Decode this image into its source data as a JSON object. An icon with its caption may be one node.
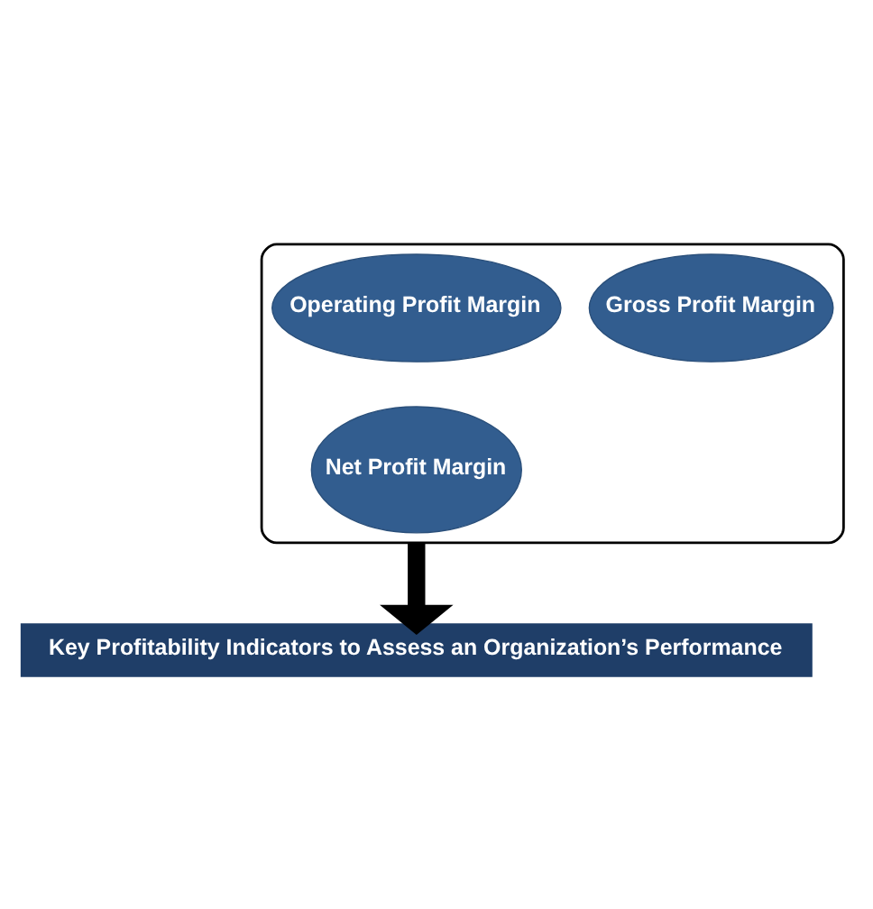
{
  "diagram": {
    "nodes": [
      {
        "text": [],
        "shape": "funnel"
      },
      {
        "text": [
          "Operating Profit Margin"
        ],
        "in": 0
      },
      {
        "text": [
          "Gross Profit Margin"
        ],
        "in": 0
      },
      {
        "text": [
          "Net Profit Margin"
        ],
        "in": 0
      },
      {
        "text": [
          "Key Profitability Indicators to Assess an Organization’s Performance"
        ]
      }
    ],
    "edges": [
      {
        "from": 0,
        "to": 4,
        "arrow": "to"
      }
    ]
  }
}
